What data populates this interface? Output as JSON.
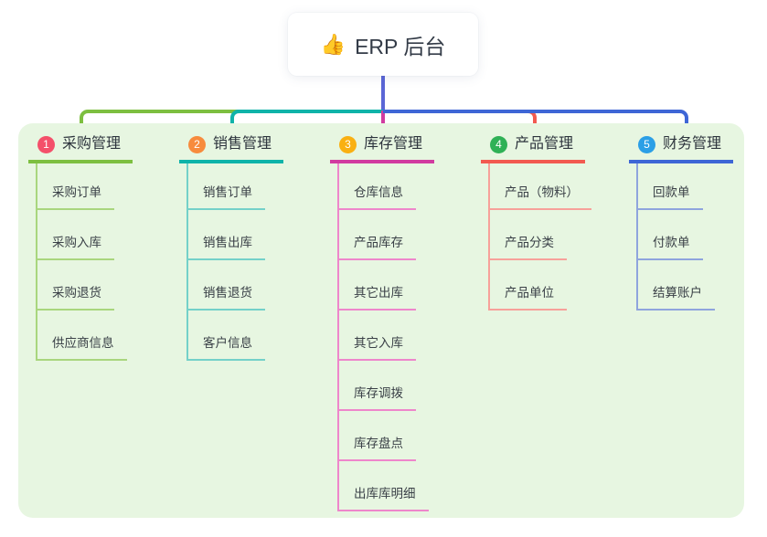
{
  "root": {
    "label": "ERP 后台",
    "icon": "thumbs-up-icon",
    "icon_glyph": "👍"
  },
  "colors": {
    "canvas_bg": "#ffffff",
    "card_bg": "#e7f6e1",
    "root_line": "#5b66d6",
    "title_text": "#2d343d",
    "child_text": "#3a4047"
  },
  "branches": [
    {
      "number": "1",
      "title": "采购管理",
      "color": "#7dbf40",
      "light_color": "#a9d67e",
      "badge_color": "#f4506a",
      "children": [
        "采购订单",
        "采购入库",
        "采购退货",
        "供应商信息"
      ]
    },
    {
      "number": "2",
      "title": "销售管理",
      "color": "#0fb3a9",
      "light_color": "#74d1c9",
      "badge_color": "#f78b3d",
      "children": [
        "销售订单",
        "销售出库",
        "销售退货",
        "客户信息"
      ]
    },
    {
      "number": "3",
      "title": "库存管理",
      "color": "#d13ba0",
      "light_color": "#ee86cb",
      "badge_color": "#f9b012",
      "children": [
        "仓库信息",
        "产品库存",
        "其它出库",
        "其它入库",
        "库存调拨",
        "库存盘点",
        "出库库明细"
      ]
    },
    {
      "number": "4",
      "title": "产品管理",
      "color": "#f25a50",
      "light_color": "#f7a19a",
      "badge_color": "#2fb156",
      "children": [
        "产品（物料）",
        "产品分类",
        "产品单位"
      ]
    },
    {
      "number": "5",
      "title": "财务管理",
      "color": "#3e66d6",
      "light_color": "#8fa4dd",
      "badge_color": "#2b9fe6",
      "children": [
        "回款单",
        "付款单",
        "结算账户"
      ]
    }
  ]
}
